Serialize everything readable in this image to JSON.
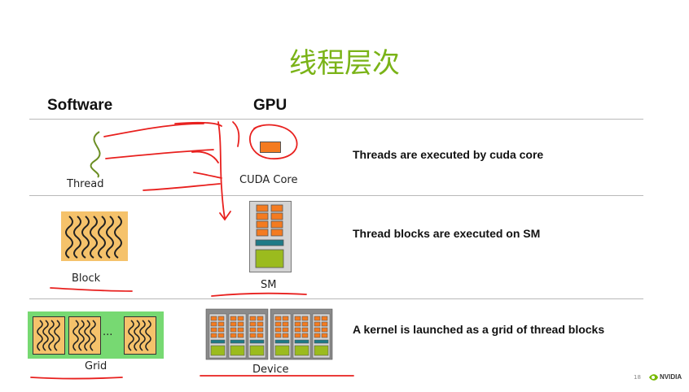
{
  "slide": {
    "title": "线程层次",
    "headers": {
      "software": "Software",
      "gpu": "GPU"
    },
    "rows": [
      {
        "software_label": "Thread",
        "gpu_label": "CUDA Core",
        "description": "Threads are executed by cuda core"
      },
      {
        "software_label": "Block",
        "gpu_label": "SM",
        "description": "Thread blocks are executed on SM"
      },
      {
        "software_label": "Grid",
        "gpu_label": "Device",
        "description": "A kernel is launched as a grid of thread blocks"
      }
    ],
    "grid_ellipsis": "...",
    "page_number": "18",
    "logo_text": "NVIDIA",
    "colors": {
      "title": "#7ab317",
      "core_orange": "#f47b20",
      "sm_teal": "#1f7a86",
      "sm_green": "#9bbb1e",
      "block_bg": "#f5c26b",
      "grid_bg": "#77d972",
      "annotation_red": "#e8201e"
    }
  }
}
